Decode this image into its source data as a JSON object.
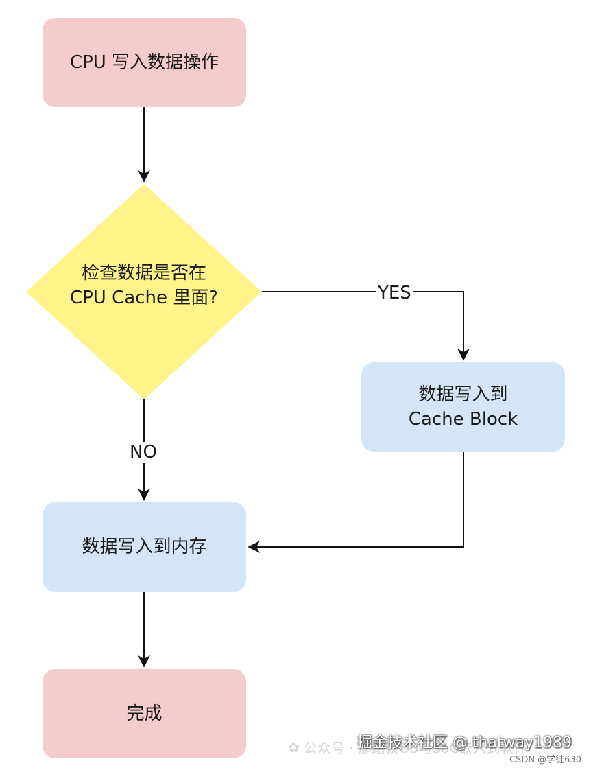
{
  "nodes": {
    "start": "CPU 写入数据操作",
    "decision_line1": "检查数据是否在",
    "decision_line2": "CPU Cache 里面?",
    "cache_line1": "数据写入到",
    "cache_line2": "Cache Block",
    "memory": "数据写入到内存",
    "done": "完成"
  },
  "edges": {
    "yes": "YES",
    "no": "NO"
  },
  "watermark": {
    "main": "掘金技术社区 @ thatway1989",
    "sub": "公众号 · 那路谈OS与SoC嵌入式软件",
    "csdn": "CSDN @学徒630"
  },
  "colors": {
    "terminal": "#f4cccc",
    "process": "#d4e5f8",
    "decision": "#fff48a",
    "line": "#111111"
  }
}
